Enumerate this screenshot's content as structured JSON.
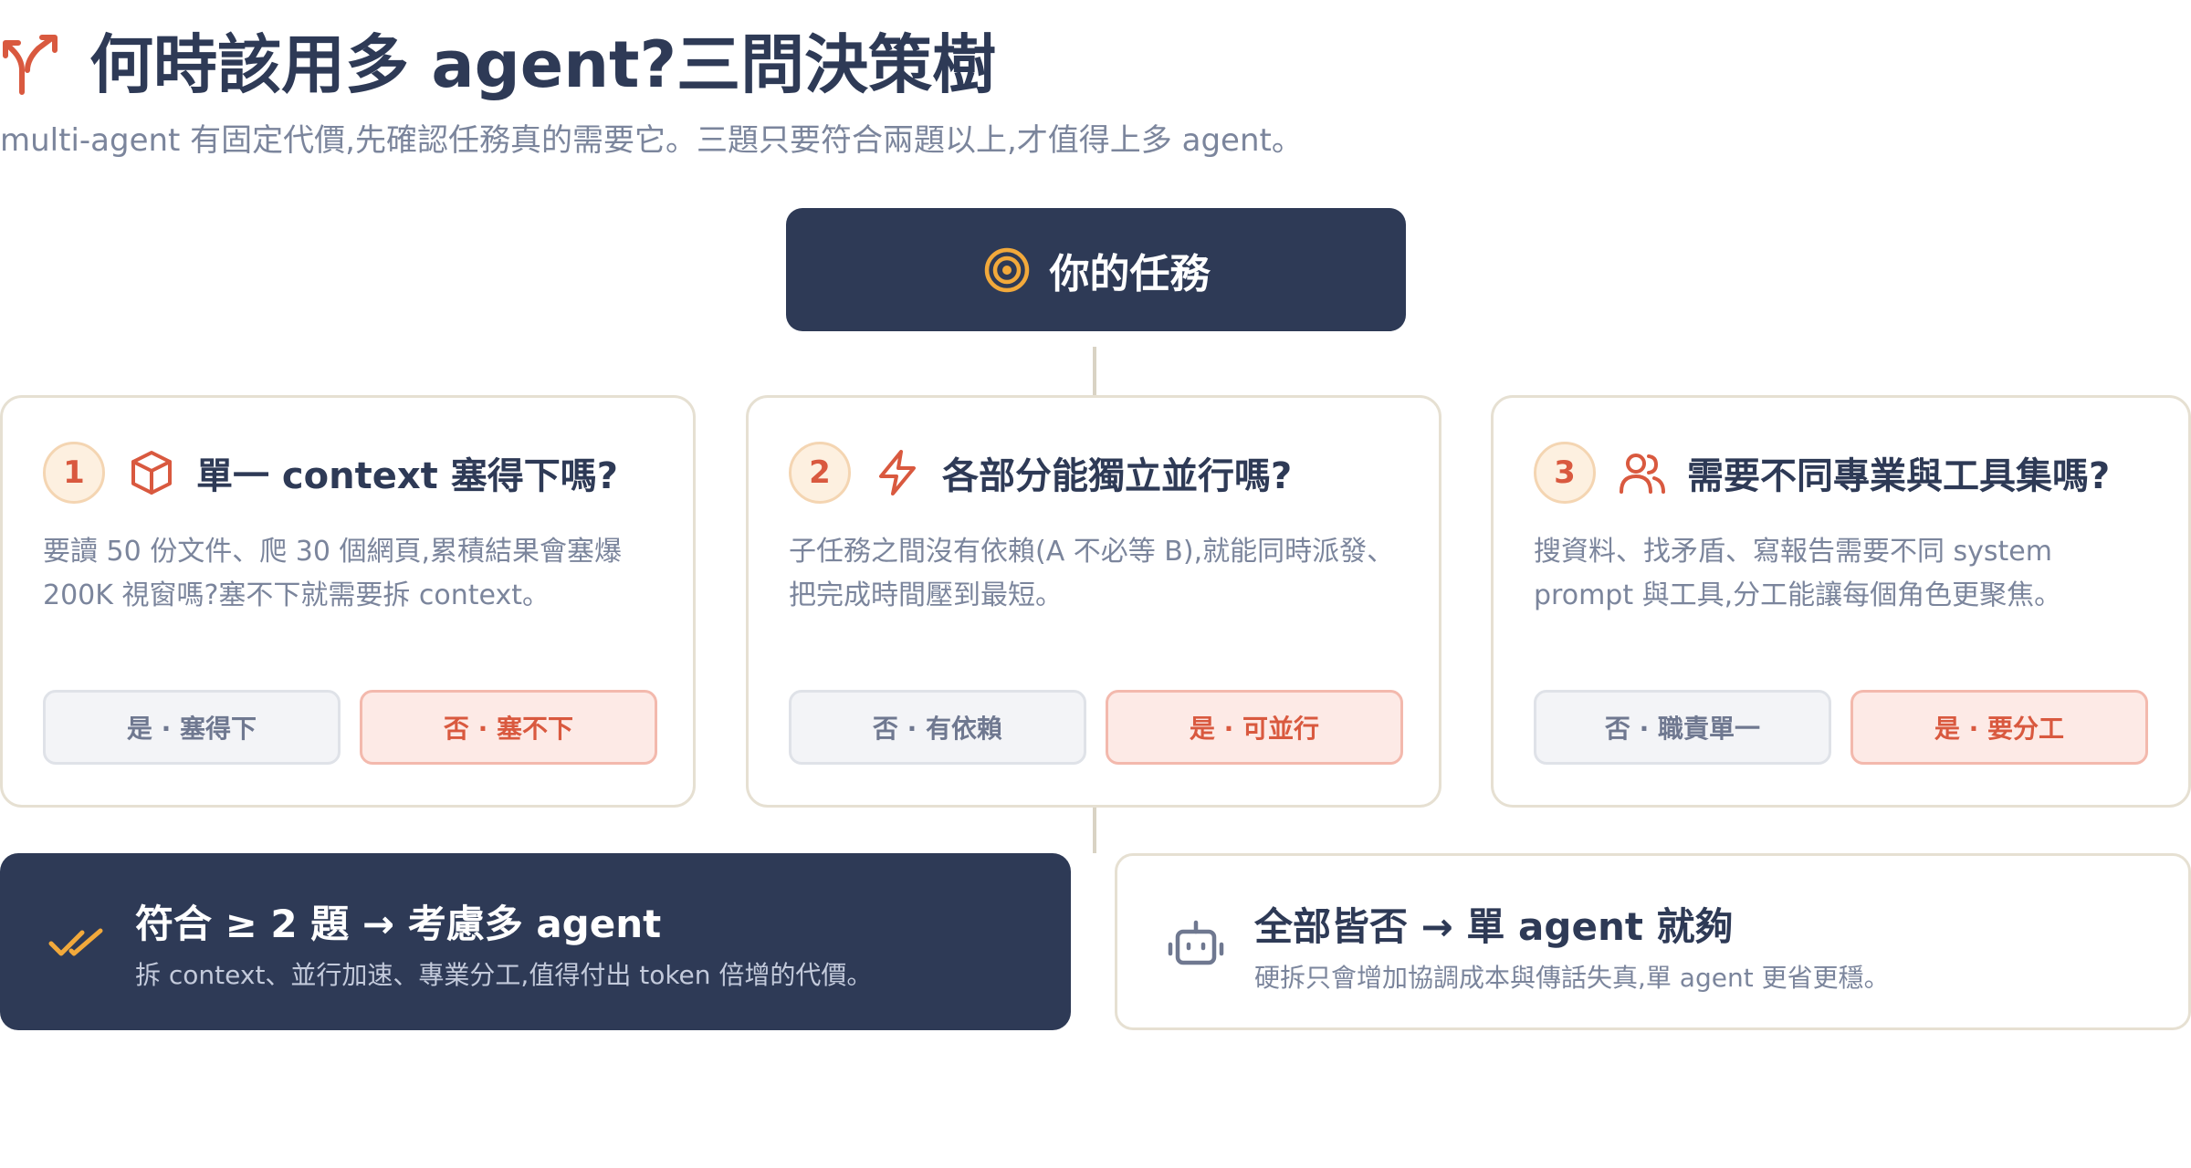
{
  "header": {
    "icon": "split-arrows-icon",
    "title": "何時該用多 agent?三問決策樹",
    "subtitle": "multi-agent 有固定代價,先確認任務真的需要它。三題只要符合兩題以上,才值得上多 agent。"
  },
  "task": {
    "icon": "target-icon",
    "label": "你的任務"
  },
  "questions": [
    {
      "number": "1",
      "icon": "box-icon",
      "title": "單一 context 塞得下嗎?",
      "description": "要讀 50 份文件、爬 30 個網頁,累積結果會塞爆 200K 視窗嗎?塞不下就需要拆 context。",
      "option_neutral": "是 · 塞得下",
      "option_accent": "否 · 塞不下"
    },
    {
      "number": "2",
      "icon": "lightning-icon",
      "title": "各部分能獨立並行嗎?",
      "description": "子任務之間沒有依賴(A 不必等 B),就能同時派發、把完成時間壓到最短。",
      "option_neutral": "否 · 有依賴",
      "option_accent": "是 · 可並行"
    },
    {
      "number": "3",
      "icon": "users-icon",
      "title": "需要不同專業與工具集嗎?",
      "description": "搜資料、找矛盾、寫報告需要不同 system prompt 與工具,分工能讓每個角色更聚焦。",
      "option_neutral": "否 · 職責單一",
      "option_accent": "是 · 要分工"
    }
  ],
  "results": {
    "multi": {
      "icon": "double-check-icon",
      "title": "符合 ≥ 2 題 → 考慮多 agent",
      "description": "拆 context、並行加速、專業分工,值得付出 token 倍增的代價。"
    },
    "single": {
      "icon": "robot-icon",
      "title": "全部皆否 → 單 agent 就夠",
      "description": "硬拆只會增加協調成本與傳話失真,單 agent 更省更穩。"
    }
  },
  "colors": {
    "navy": "#2e3a56",
    "accent": "#d9593f",
    "gold": "#f2a93b",
    "muted": "#7b859c",
    "card_border": "#e6e0d2"
  }
}
